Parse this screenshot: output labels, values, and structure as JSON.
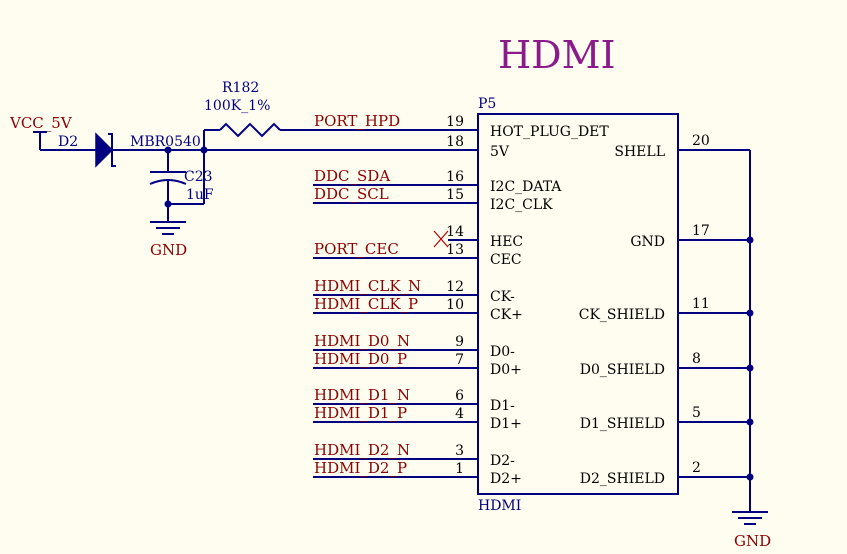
{
  "title": "HDMI",
  "colors": {
    "background": "#fffdf0",
    "wire": "#000080",
    "net_label": "#8b0000",
    "title": "#8b1a8b",
    "pin_text": "#000000"
  },
  "power": {
    "vcc_label": "VCC_5V",
    "gnd_left": "GND",
    "gnd_right": "GND"
  },
  "diode": {
    "ref": "D2",
    "value": "MBR0540"
  },
  "resistor": {
    "ref": "R182",
    "value": "100K_1%"
  },
  "capacitor": {
    "ref": "C23",
    "value": "1uF"
  },
  "connector": {
    "ref": "P5",
    "name": "HDMI",
    "left_pins": [
      {
        "num": "19",
        "name": "HOT_PLUG_DET",
        "net": "PORT_HPD"
      },
      {
        "num": "18",
        "name": "5V",
        "net": ""
      },
      {
        "num": "16",
        "name": "I2C_DATA",
        "net": "DDC_SDA"
      },
      {
        "num": "15",
        "name": "I2C_CLK",
        "net": "DDC_SCL"
      },
      {
        "num": "14",
        "name": "HEC",
        "net": ""
      },
      {
        "num": "13",
        "name": "CEC",
        "net": "PORT_CEC"
      },
      {
        "num": "12",
        "name": "CK-",
        "net": "HDMI_CLK_N"
      },
      {
        "num": "10",
        "name": "CK+",
        "net": "HDMI_CLK_P"
      },
      {
        "num": "9",
        "name": "D0-",
        "net": "HDMI_D0_N"
      },
      {
        "num": "7",
        "name": "D0+",
        "net": "HDMI_D0_P"
      },
      {
        "num": "6",
        "name": "D1-",
        "net": "HDMI_D1_N"
      },
      {
        "num": "4",
        "name": "D1+",
        "net": "HDMI_D1_P"
      },
      {
        "num": "3",
        "name": "D2-",
        "net": "HDMI_D2_N"
      },
      {
        "num": "1",
        "name": "D2+",
        "net": "HDMI_D2_P"
      }
    ],
    "right_pins": [
      {
        "num": "20",
        "name": "SHELL"
      },
      {
        "num": "17",
        "name": "GND"
      },
      {
        "num": "11",
        "name": "CK_SHIELD"
      },
      {
        "num": "8",
        "name": "D0_SHIELD"
      },
      {
        "num": "5",
        "name": "D1_SHIELD"
      },
      {
        "num": "2",
        "name": "D2_SHIELD"
      }
    ]
  }
}
